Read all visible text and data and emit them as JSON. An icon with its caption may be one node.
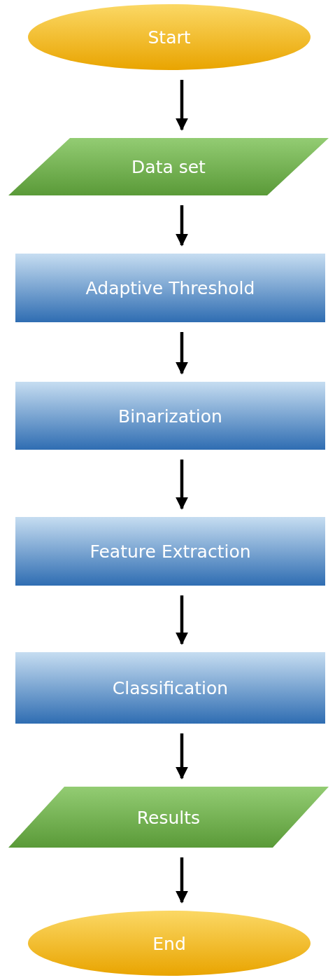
{
  "diagram": {
    "nodes": [
      {
        "text": [
          "Start"
        ]
      },
      {
        "text": [
          "Data set"
        ]
      },
      {
        "text": [
          "Adaptive Threshold"
        ]
      },
      {
        "text": [
          "Binarization"
        ]
      },
      {
        "text": [
          "Feature Extraction"
        ]
      },
      {
        "text": [
          "Classification"
        ]
      },
      {
        "text": [
          "Results"
        ]
      },
      {
        "text": [
          "End"
        ]
      }
    ],
    "edges": [
      {
        "from": 0,
        "to": 1,
        "arrow": "to"
      },
      {
        "from": 1,
        "to": 2,
        "arrow": "to"
      },
      {
        "from": 2,
        "to": 3,
        "arrow": "to"
      },
      {
        "from": 3,
        "to": 4,
        "arrow": "to"
      },
      {
        "from": 4,
        "to": 5,
        "arrow": "to"
      },
      {
        "from": 5,
        "to": 6,
        "arrow": "to"
      },
      {
        "from": 6,
        "to": 7,
        "arrow": "to"
      }
    ]
  }
}
